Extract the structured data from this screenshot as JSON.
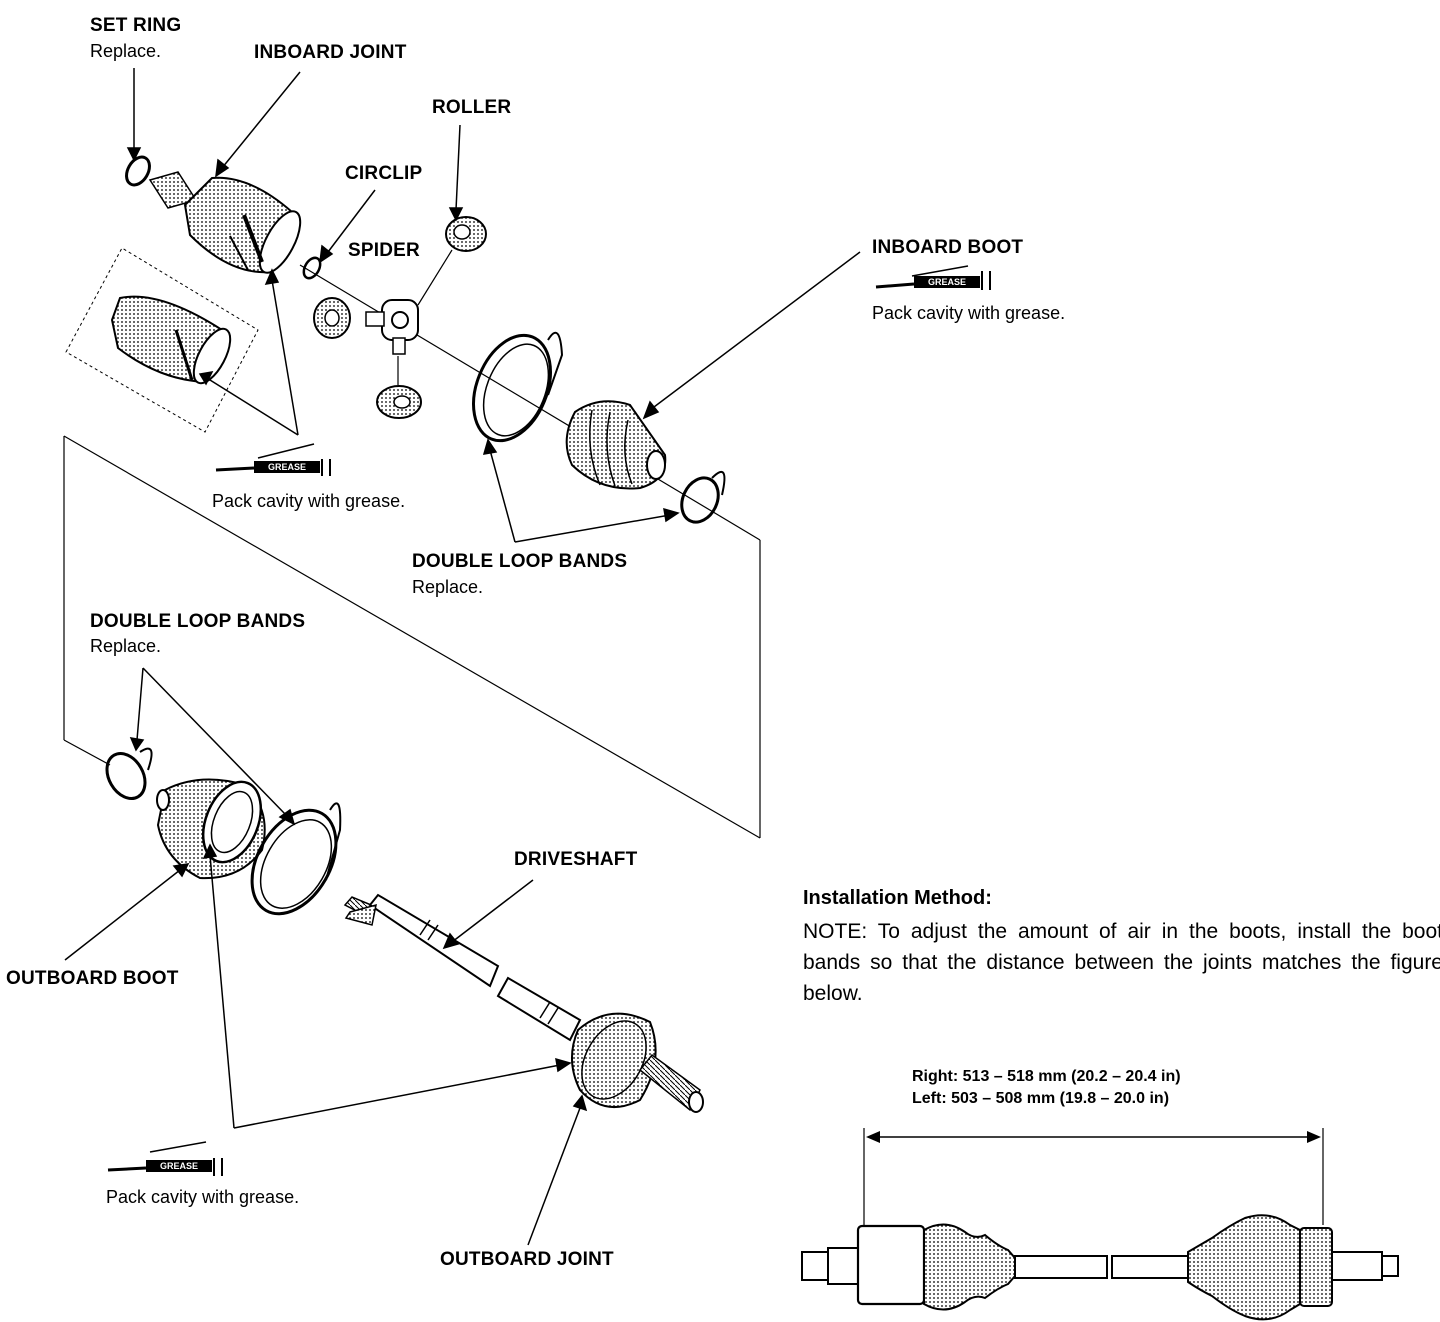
{
  "labels": {
    "set_ring": "SET RING",
    "set_ring_note": "Replace.",
    "inboard_joint": "INBOARD JOINT",
    "roller": "ROLLER",
    "circlip": "CIRCLIP",
    "spider": "SPIDER",
    "inboard_boot": "INBOARD BOOT",
    "double_loop_bands_upper": "DOUBLE LOOP BANDS",
    "double_loop_bands_upper_note": "Replace.",
    "double_loop_bands_lower": "DOUBLE LOOP BANDS",
    "double_loop_bands_lower_note": "Replace.",
    "driveshaft": "DRIVESHAFT",
    "outboard_boot": "OUTBOARD BOOT",
    "outboard_joint": "OUTBOARD JOINT"
  },
  "grease": {
    "tag": "GREASE",
    "note_inboard_joint": "Pack cavity with grease.",
    "note_inboard_boot": "Pack cavity with grease.",
    "note_outboard": "Pack cavity with grease."
  },
  "installation": {
    "title": "Installation Method:",
    "note": "NOTE: To adjust the amount of air in the boots, install the boot bands so that the distance between the joints matches the figure below.",
    "right": "Right: 513 – 518 mm (20.2 – 20.4 in)",
    "left": "Left:   503 – 508 mm (19.8 – 20.0 in)"
  }
}
